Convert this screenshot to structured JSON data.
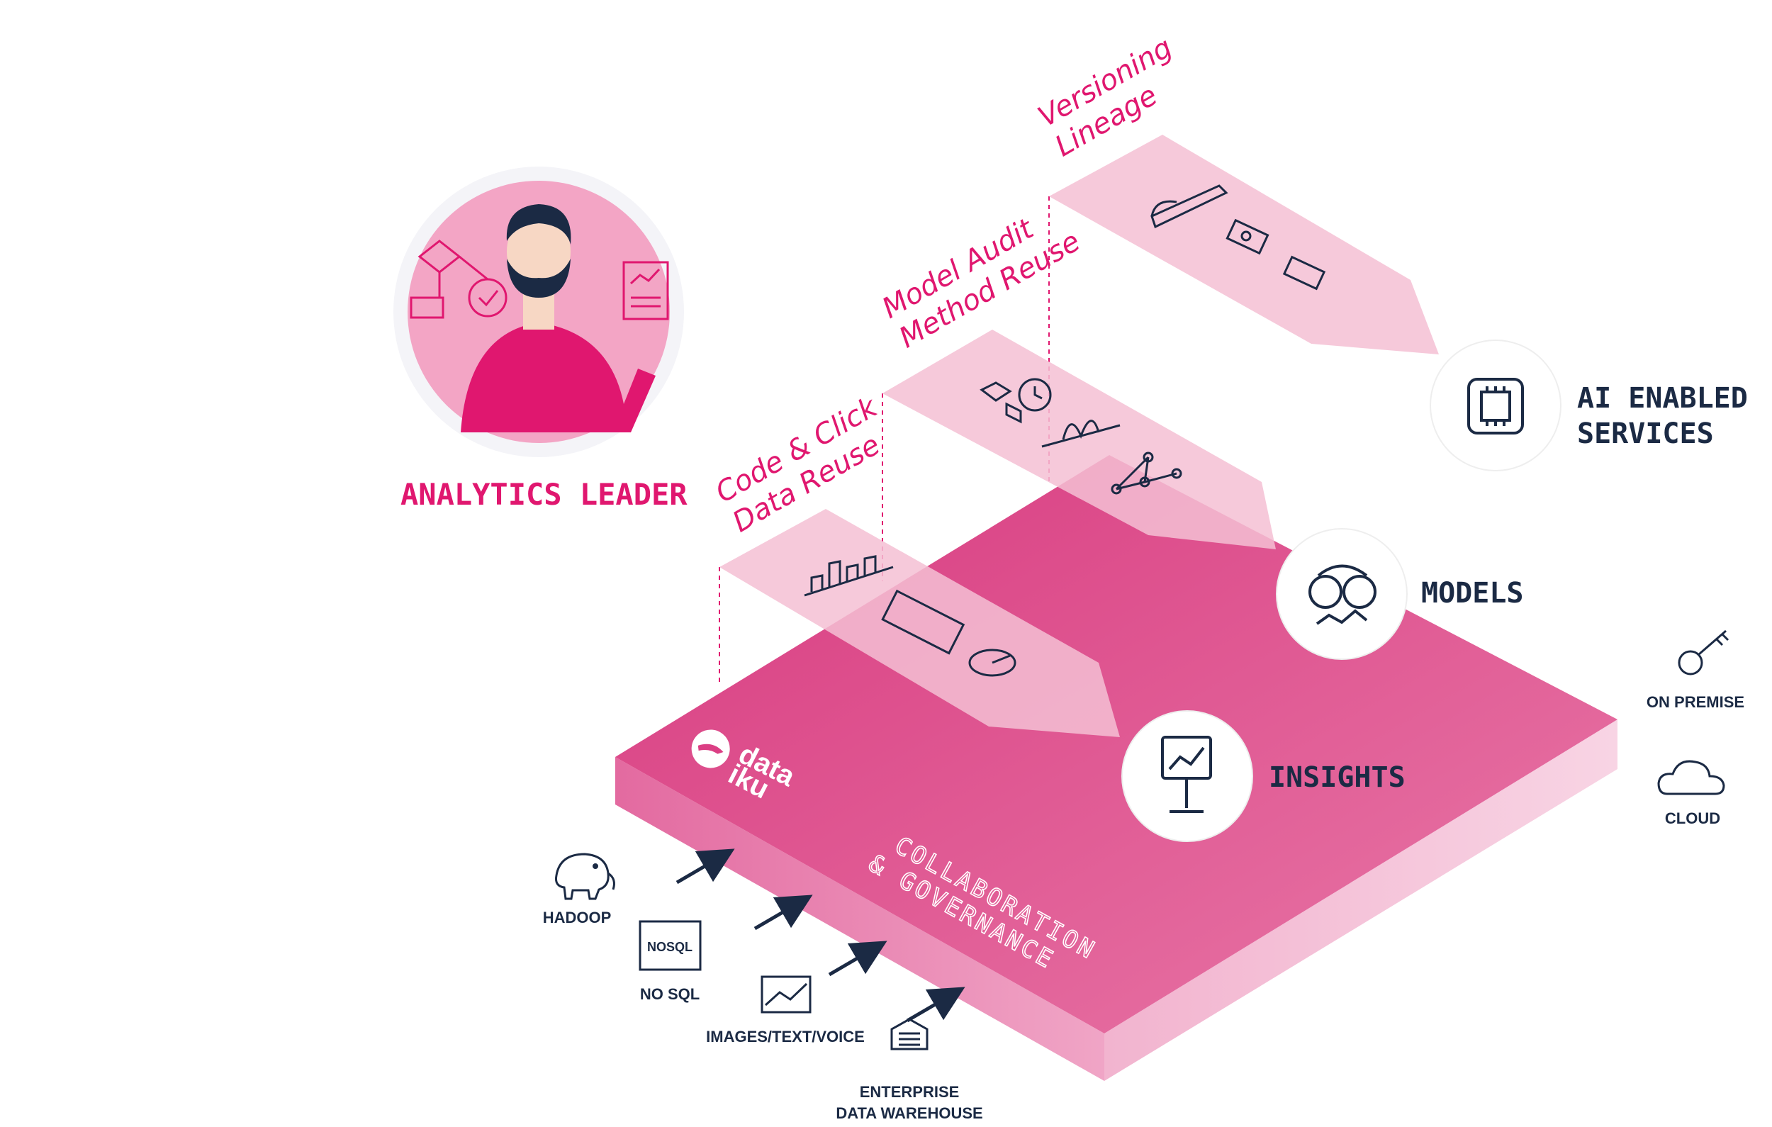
{
  "persona": {
    "label": "ANALYTICS LEADER"
  },
  "layers": [
    {
      "line1": "Code & Click",
      "line2": "Data Reuse"
    },
    {
      "line1": "Model Audit",
      "line2": "Method Reuse"
    },
    {
      "line1": "Versioning",
      "line2": "Lineage"
    }
  ],
  "outputs": {
    "insights": "INSIGHTS",
    "models": "MODELS",
    "ai_line1": "AI ENABLED",
    "ai_line2": "SERVICES"
  },
  "platform": {
    "logo_line1": "data",
    "logo_line2": "iku",
    "caption_line1": "COLLABORATION",
    "caption_line2": "& GOVERNANCE"
  },
  "sources": {
    "hadoop": "HADOOP",
    "nosql_icon_text": "NOSQL",
    "nosql": "NO SQL",
    "images": "IMAGES/TEXT/VOICE",
    "warehouse_line1": "ENTERPRISE",
    "warehouse_line2": "DATA WAREHOUSE"
  },
  "deployment": {
    "on_premise": "ON PREMISE",
    "cloud": "CLOUD"
  },
  "colors": {
    "accent": "#e0176f",
    "platform_top": "#db3f84",
    "panel": "#f5bfd4",
    "navy": "#1b2a44"
  }
}
